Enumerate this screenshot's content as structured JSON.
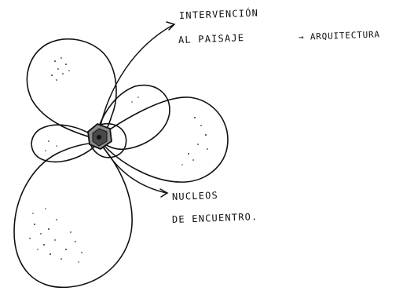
{
  "labels": {
    "intervencion_line1": "INTERVENCIÓN",
    "intervencion_line2": "AL PAISAJE",
    "arrow_to": "→ ARQUITECTURA",
    "nucleos_line1": "NUCLEOS",
    "nucleos_line2": "DE ENCUENTRO."
  },
  "colors": {
    "ink": "#111111",
    "background": "#ffffff",
    "faint_text": "#c8c8c8"
  }
}
